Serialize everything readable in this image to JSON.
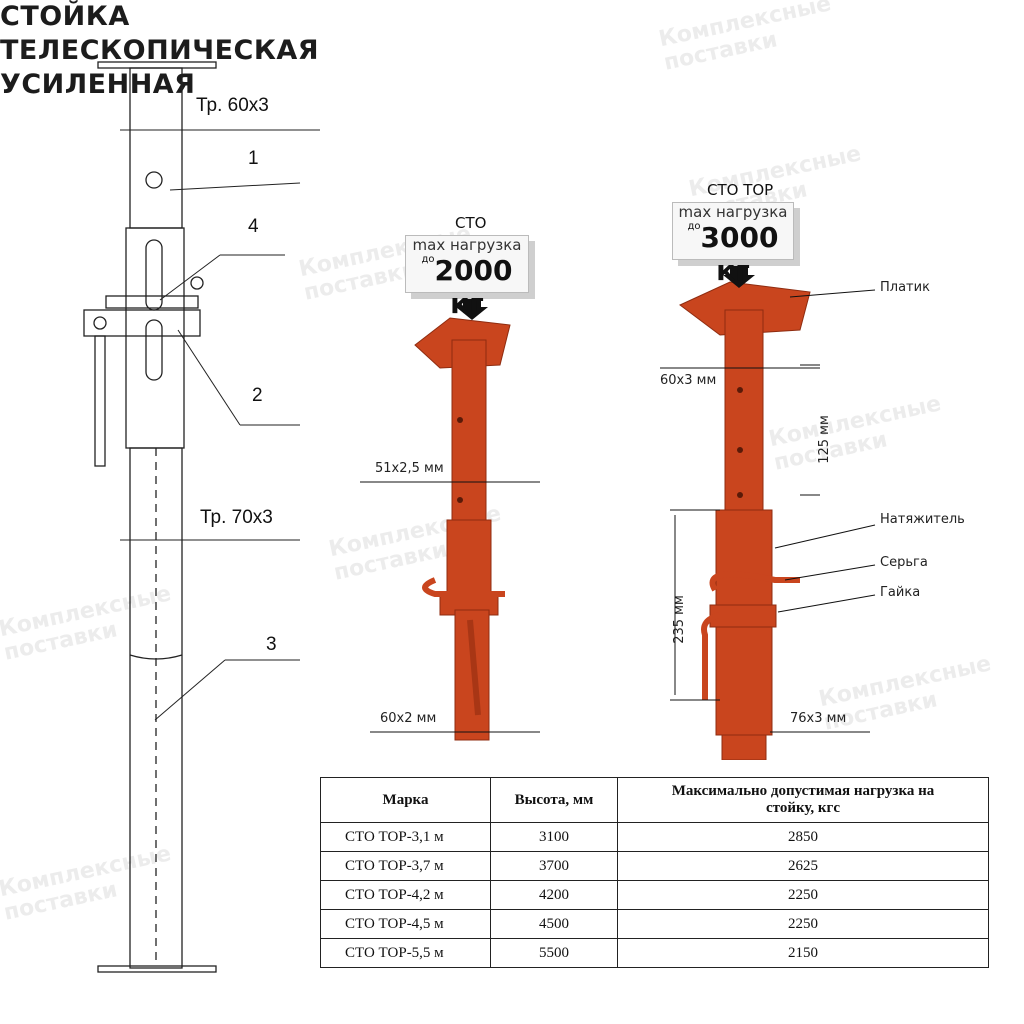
{
  "title": [
    "СТОЙКА",
    "ТЕЛЕСКОПИЧЕСКАЯ",
    "УСИЛЕННАЯ"
  ],
  "watermark": "Комплексные\nпоставки",
  "drawing": {
    "pipe_top": "Тр. 60х3",
    "pipe_bottom": "Тр. 70х3",
    "callouts": [
      "1",
      "4",
      "2",
      "3"
    ]
  },
  "sto": {
    "name": "СТО",
    "load_label": "max нагрузка",
    "prefix": "до",
    "load": "2000 кг",
    "dim_inner": "51х2,5 мм",
    "dim_outer": "60х2 мм"
  },
  "sto_top": {
    "name": "СТО ТОР",
    "load_label": "max нагрузка",
    "prefix": "до",
    "load": "3000 кг",
    "dim_inner": "60х3 мм",
    "dim_outer": "76х3 мм",
    "dim_125": "125 мм",
    "dim_235": "235 мм",
    "parts": [
      "Платик",
      "Натяжитель",
      "Серьга",
      "Гайка"
    ]
  },
  "table": {
    "headers": [
      "Марка",
      "Высота, мм",
      "Максимально допустимая нагрузка на стойку, кгс"
    ],
    "rows": [
      [
        "СТО ТОР-3,1 м",
        "3100",
        "2850"
      ],
      [
        "СТО ТОР-3,7 м",
        "3700",
        "2625"
      ],
      [
        "СТО ТОР-4,2 м",
        "4200",
        "2250"
      ],
      [
        "СТО ТОР-4,5 м",
        "4500",
        "2250"
      ],
      [
        "СТО ТОР-5,5 м",
        "5500",
        "2150"
      ]
    ]
  },
  "colors": {
    "steel": "#c9451e",
    "steel_dark": "#8f2c10"
  }
}
